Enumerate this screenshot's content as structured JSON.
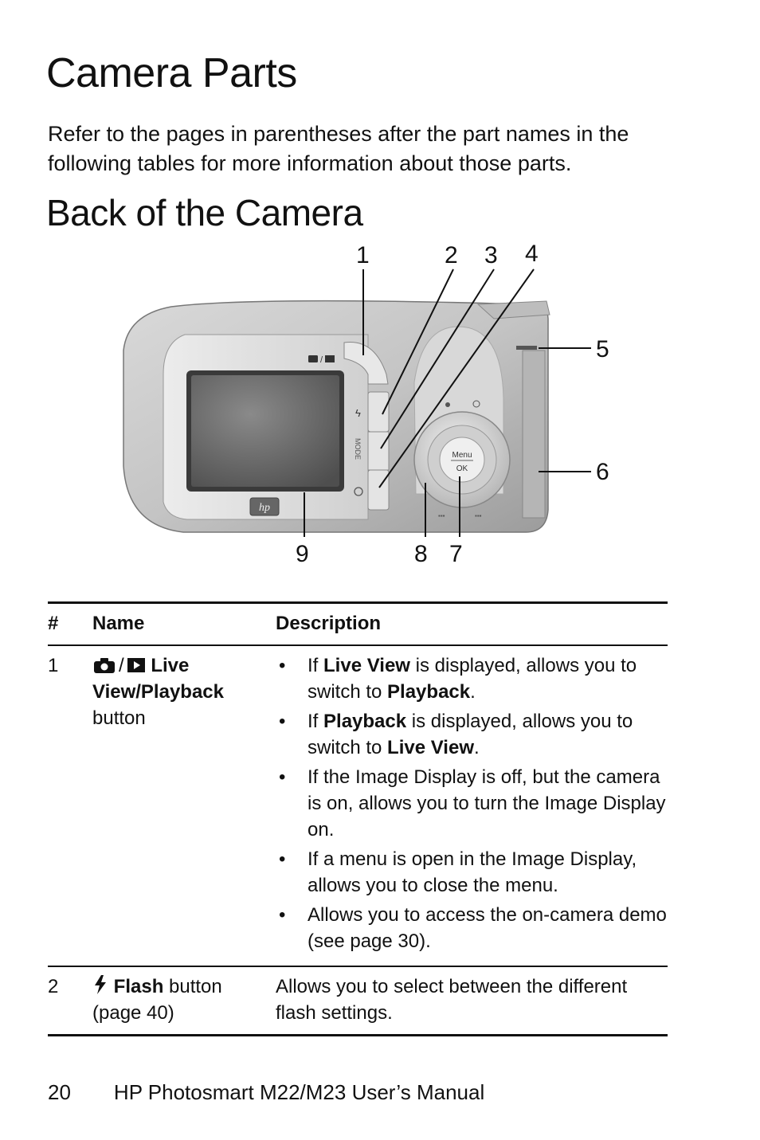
{
  "page": {
    "title": "Camera Parts",
    "intro": "Refer to the pages in parentheses after the part names in the following tables for more information about those parts.",
    "section_title": "Back of the Camera"
  },
  "figure": {
    "callouts": [
      "1",
      "2",
      "3",
      "4",
      "5",
      "6",
      "7",
      "8",
      "9"
    ],
    "camera": {
      "button_label": "MODE",
      "menu_label": "Menu",
      "ok_label": "OK",
      "logo": "hp"
    }
  },
  "table": {
    "headers": [
      "#",
      "Name",
      "Description"
    ],
    "rows": [
      {
        "num": "1",
        "icons": [
          "camera-icon",
          "playback-icon"
        ],
        "name_bold": "Live View/Playback",
        "name_rest": "button",
        "bullets": [
          {
            "pre": "If ",
            "b1": "Live View",
            "mid": " is displayed, allows you to switch to ",
            "b2": "Playback",
            "post": "."
          },
          {
            "pre": "If ",
            "b1": "Playback",
            "mid": " is displayed, allows you to switch to ",
            "b2": "Live View",
            "post": "."
          },
          {
            "pre": "If the Image Display is off, but the camera is on, allows you to turn the Image Display on.",
            "b1": "",
            "mid": "",
            "b2": "",
            "post": ""
          },
          {
            "pre": "If a menu is open in the Image Display, allows you to close the menu.",
            "b1": "",
            "mid": "",
            "b2": "",
            "post": ""
          },
          {
            "pre": "Allows you to access the on-camera demo (see page 30).",
            "b1": "",
            "mid": "",
            "b2": "",
            "post": ""
          }
        ]
      },
      {
        "num": "2",
        "icon": "flash-icon",
        "name_bold": "Flash",
        "name_rest": " button (page 40)",
        "description": "Allows you to select between the different flash settings."
      }
    ]
  },
  "footer": {
    "page_number": "20",
    "manual_title": "HP Photosmart M22/M23 User’s Manual"
  }
}
